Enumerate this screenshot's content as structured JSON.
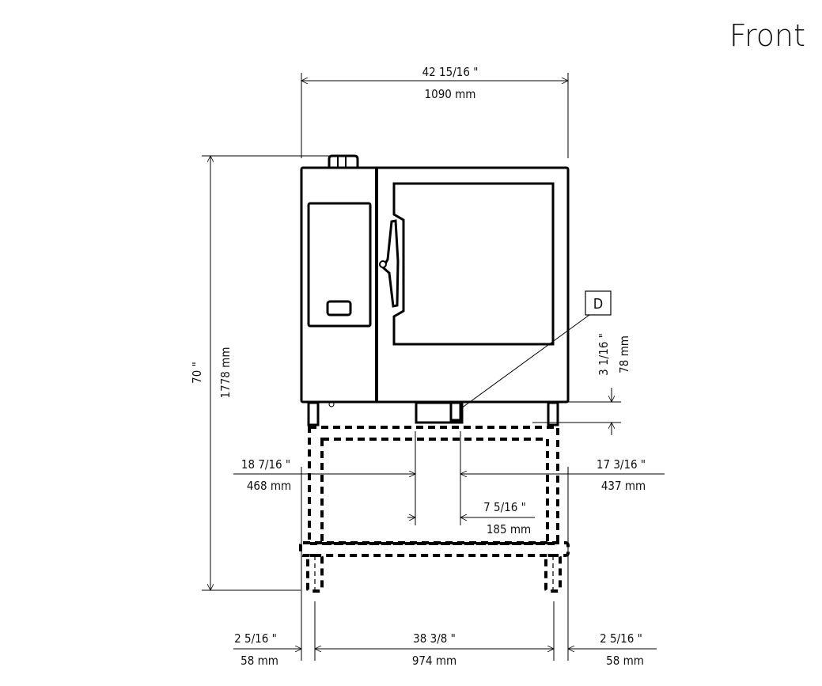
{
  "view_title": "Front",
  "detail_marker": "D",
  "dimensions": {
    "overall_width": {
      "imperial": "42 15/16 \"",
      "metric": "1090 mm"
    },
    "overall_height": {
      "imperial": "70 \"",
      "metric": "1778 mm"
    },
    "drain_height": {
      "imperial": "3 1/16 \"",
      "metric": "78 mm"
    },
    "left_offset": {
      "imperial": "18 7/16 \"",
      "metric": "468 mm"
    },
    "right_offset": {
      "imperial": "17 3/16 \"",
      "metric": "437 mm"
    },
    "center_gap": {
      "imperial": "7 5/16 \"",
      "metric": "185 mm"
    },
    "left_leg": {
      "imperial": "2 5/16 \"",
      "metric": "58 mm"
    },
    "leg_span": {
      "imperial": "38 3/8 \"",
      "metric": "974 mm"
    },
    "right_leg": {
      "imperial": "2 5/16 \"",
      "metric": "58 mm"
    }
  }
}
